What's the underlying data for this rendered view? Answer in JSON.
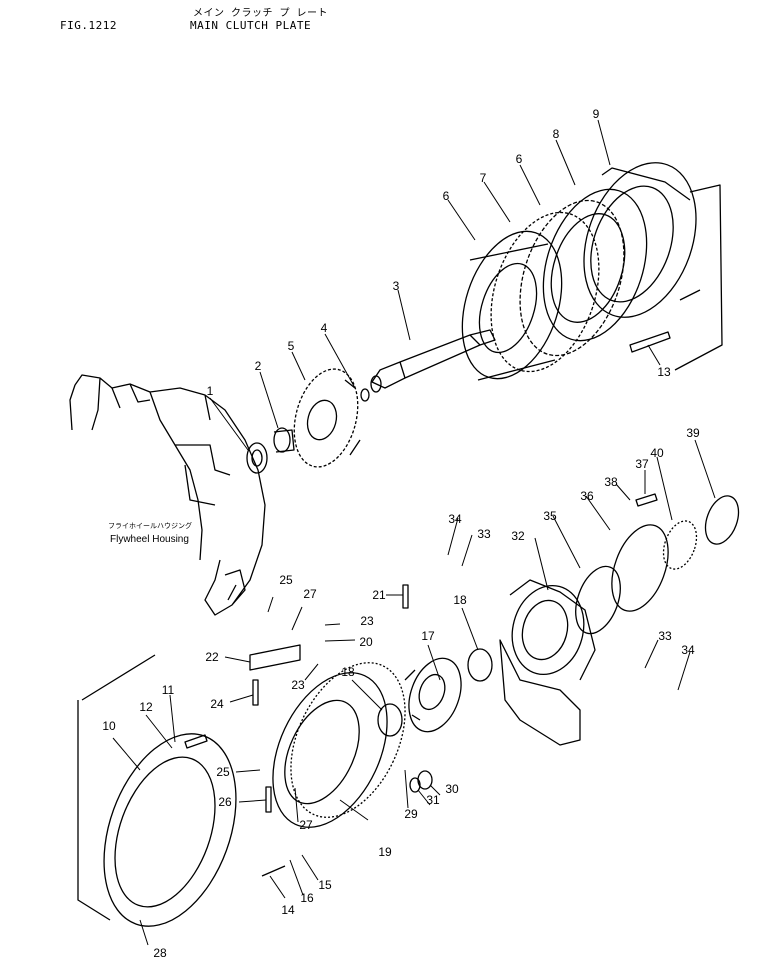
{
  "header": {
    "fig": "FIG.1212",
    "title_jp": "メイン クラッチ プ レート",
    "title": "MAIN CLUTCH PLATE"
  },
  "housing_label_jp": "フライホイールハウジング",
  "housing_label": "Flywheel Housing",
  "callouts": [
    "1",
    "2",
    "3",
    "4",
    "5",
    "6",
    "6",
    "7",
    "8",
    "9",
    "10",
    "11",
    "12",
    "13",
    "14",
    "15",
    "16",
    "17",
    "18",
    "18",
    "19",
    "20",
    "21",
    "22",
    "23",
    "23",
    "24",
    "25",
    "25",
    "26",
    "27",
    "27",
    "28",
    "29",
    "30",
    "31",
    "32",
    "33",
    "33",
    "34",
    "34",
    "35",
    "36",
    "37",
    "38",
    "39",
    "40"
  ]
}
